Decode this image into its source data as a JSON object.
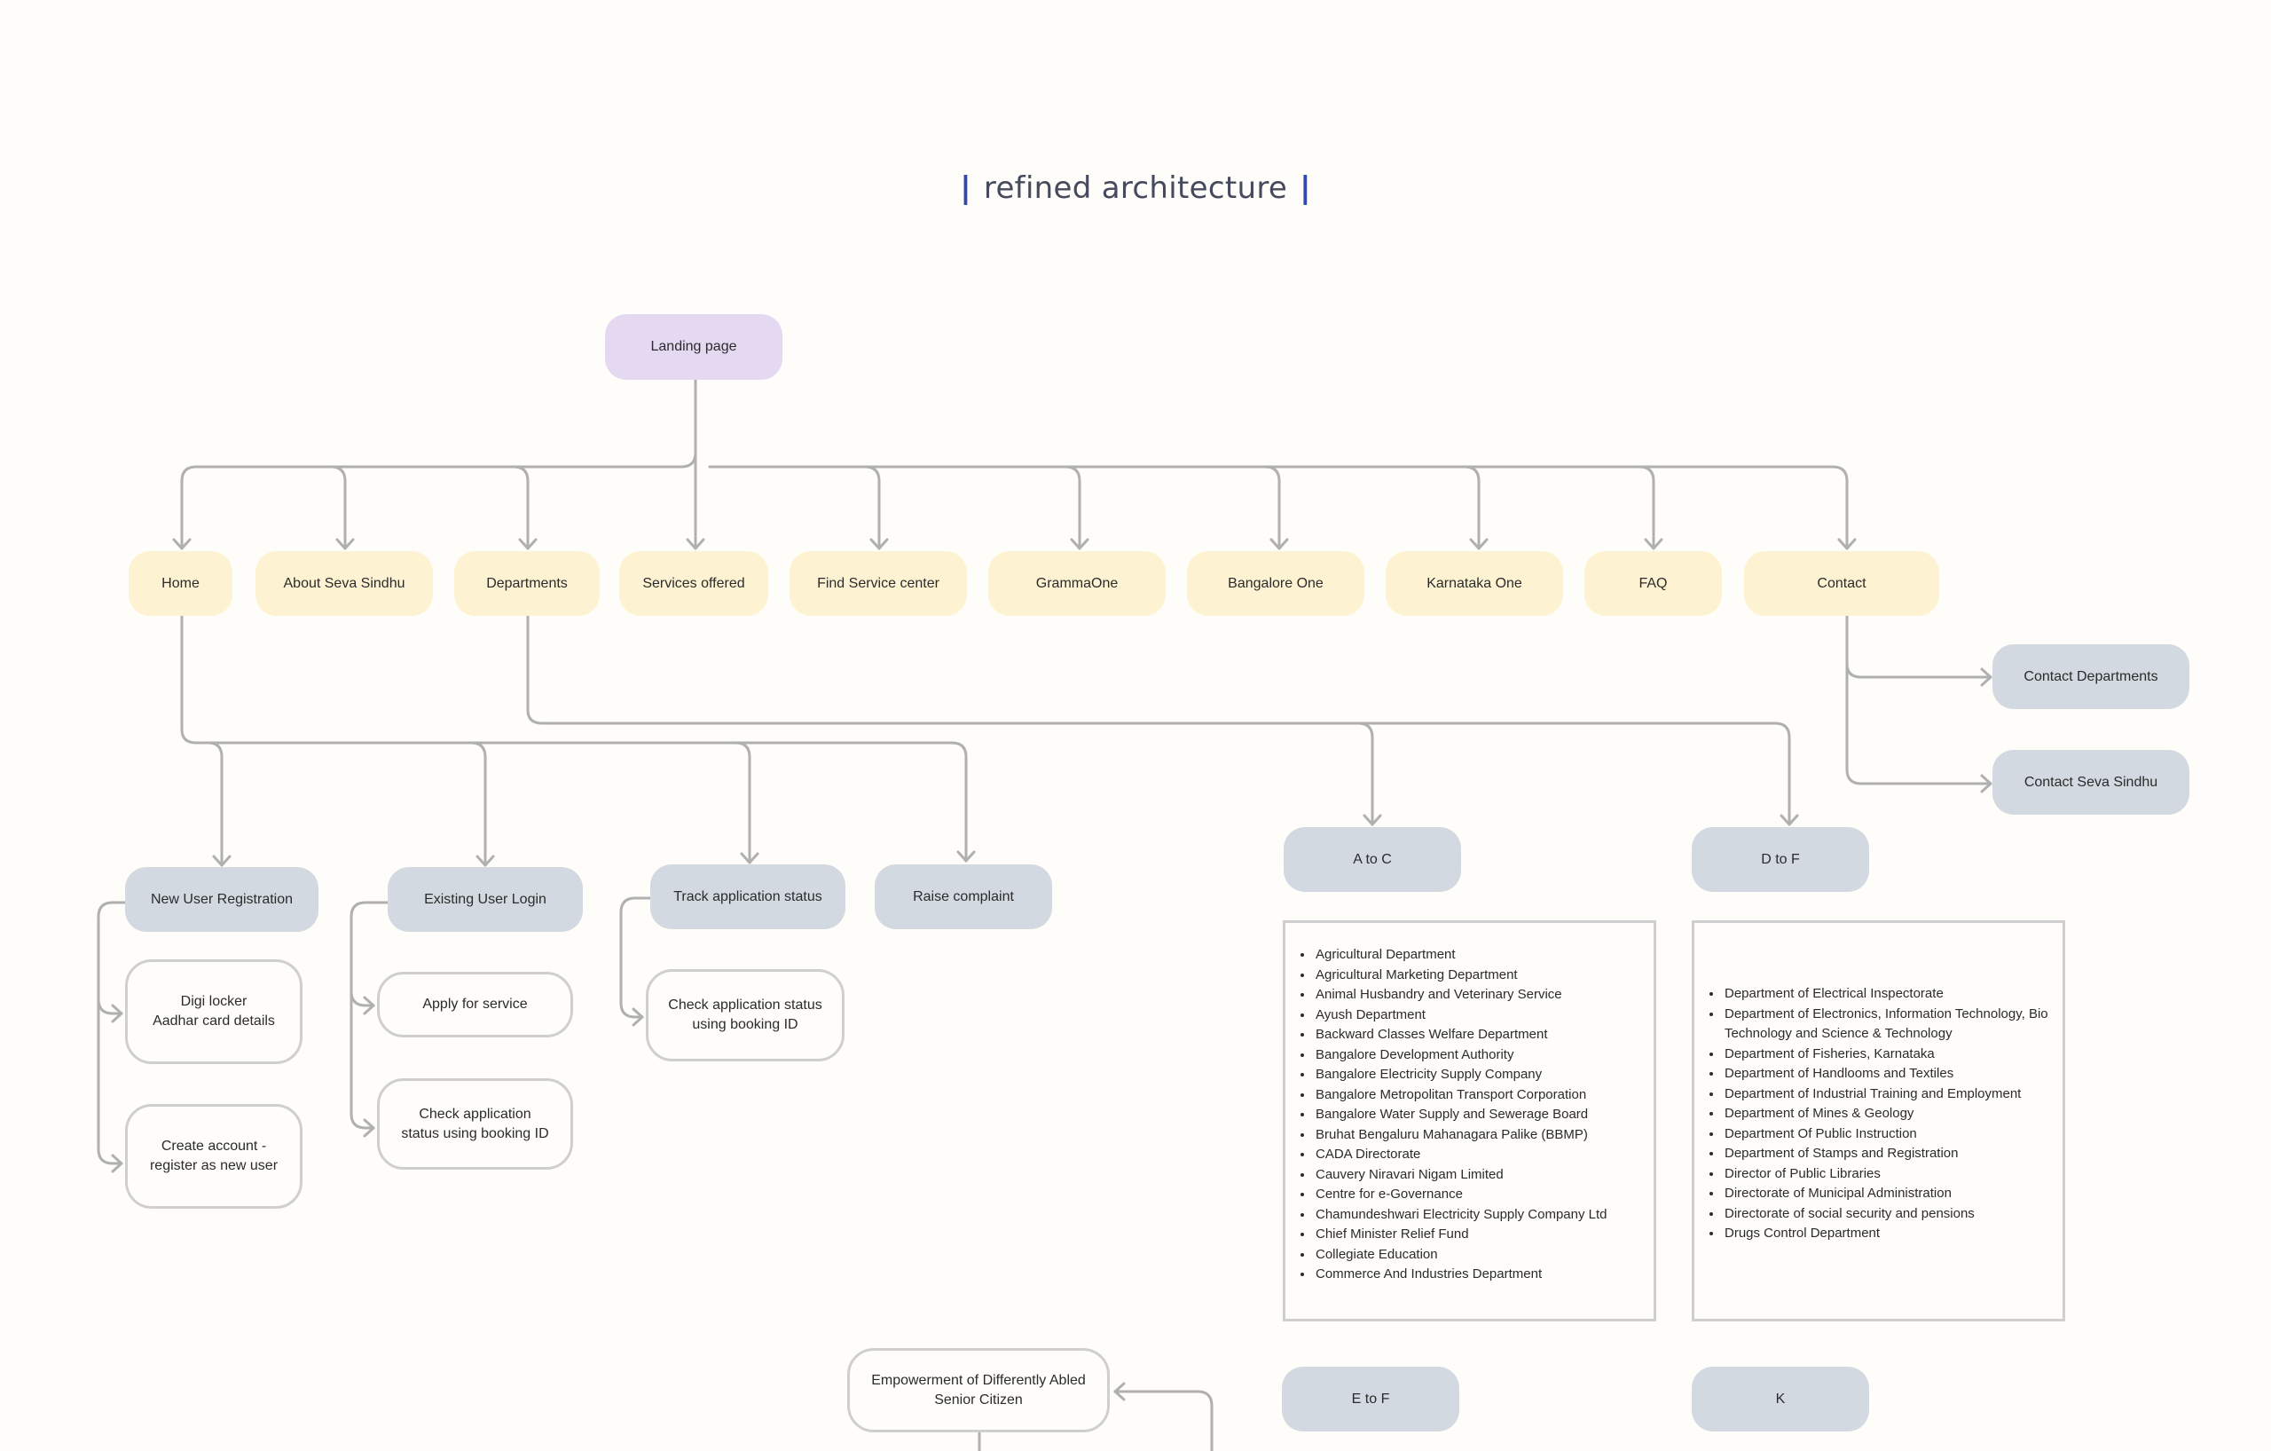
{
  "title": "refined architecture",
  "landing": "Landing  page",
  "nav": [
    "Home",
    "About Seva Sindhu",
    "Departments",
    "Services offered",
    "Find Service center",
    "GrammaOne",
    "Bangalore One",
    "Karnataka One",
    "FAQ",
    "Contact"
  ],
  "contact": {
    "departments": "Contact Departments",
    "seva": "Contact Seva Sindhu"
  },
  "home": {
    "new_user": "New User Registration",
    "existing": "Existing User Login",
    "track": "Track application status",
    "complaint": "Raise complaint",
    "digi": "Digi locker\nAadhar card details",
    "create": "Create account -\nregister as new user",
    "apply": "Apply for service",
    "check1": "Check application\nstatus using booking ID",
    "check2": "Check application status\nusing booking ID"
  },
  "departments": {
    "a_to_c": {
      "label": "A to C",
      "items": [
        "Agricultural Department",
        "Agricultural Marketing Department",
        "Animal Husbandry and Veterinary Service",
        "Ayush Department",
        "Backward Classes Welfare Department",
        "Bangalore Development Authority",
        "Bangalore Electricity Supply Company",
        "Bangalore Metropolitan Transport Corporation",
        "Bangalore Water Supply and Sewerage Board",
        "Bruhat Bengaluru Mahanagara Palike (BBMP)",
        "CADA Directorate",
        "Cauvery Niravari Nigam Limited",
        "Centre for e-Governance",
        "Chamundeshwari Electricity Supply Company Ltd",
        "Chief Minister Relief Fund",
        "Collegiate Education",
        "Commerce And Industries Department"
      ]
    },
    "d_to_f": {
      "label": "D to  F",
      "items": [
        "Department of Electrical Inspectorate",
        "Department of Electronics, Information Technology, Bio Technology and Science & Technology",
        "Department of Fisheries, Karnataka",
        "Department of Handlooms and Textiles",
        "Department of Industrial Training and Employment",
        "Department of Mines & Geology",
        "Department Of Public Instruction",
        "Department of Stamps and Registration",
        "Director of Public Libraries",
        "Directorate of Municipal Administration",
        "Directorate of social security and pensions",
        "Drugs Control Department"
      ]
    },
    "e_to_f": {
      "label": "E to  F"
    },
    "k": {
      "label": "K"
    }
  },
  "empowerment": "Empowerment of Differently Abled\nSenior Citizen",
  "colors": {
    "title_bar": "#3347b0",
    "line": "#b0b0b0",
    "purple": "#e5d9f2",
    "yellow": "#fdf3d2",
    "gray": "#d3d9e0"
  }
}
